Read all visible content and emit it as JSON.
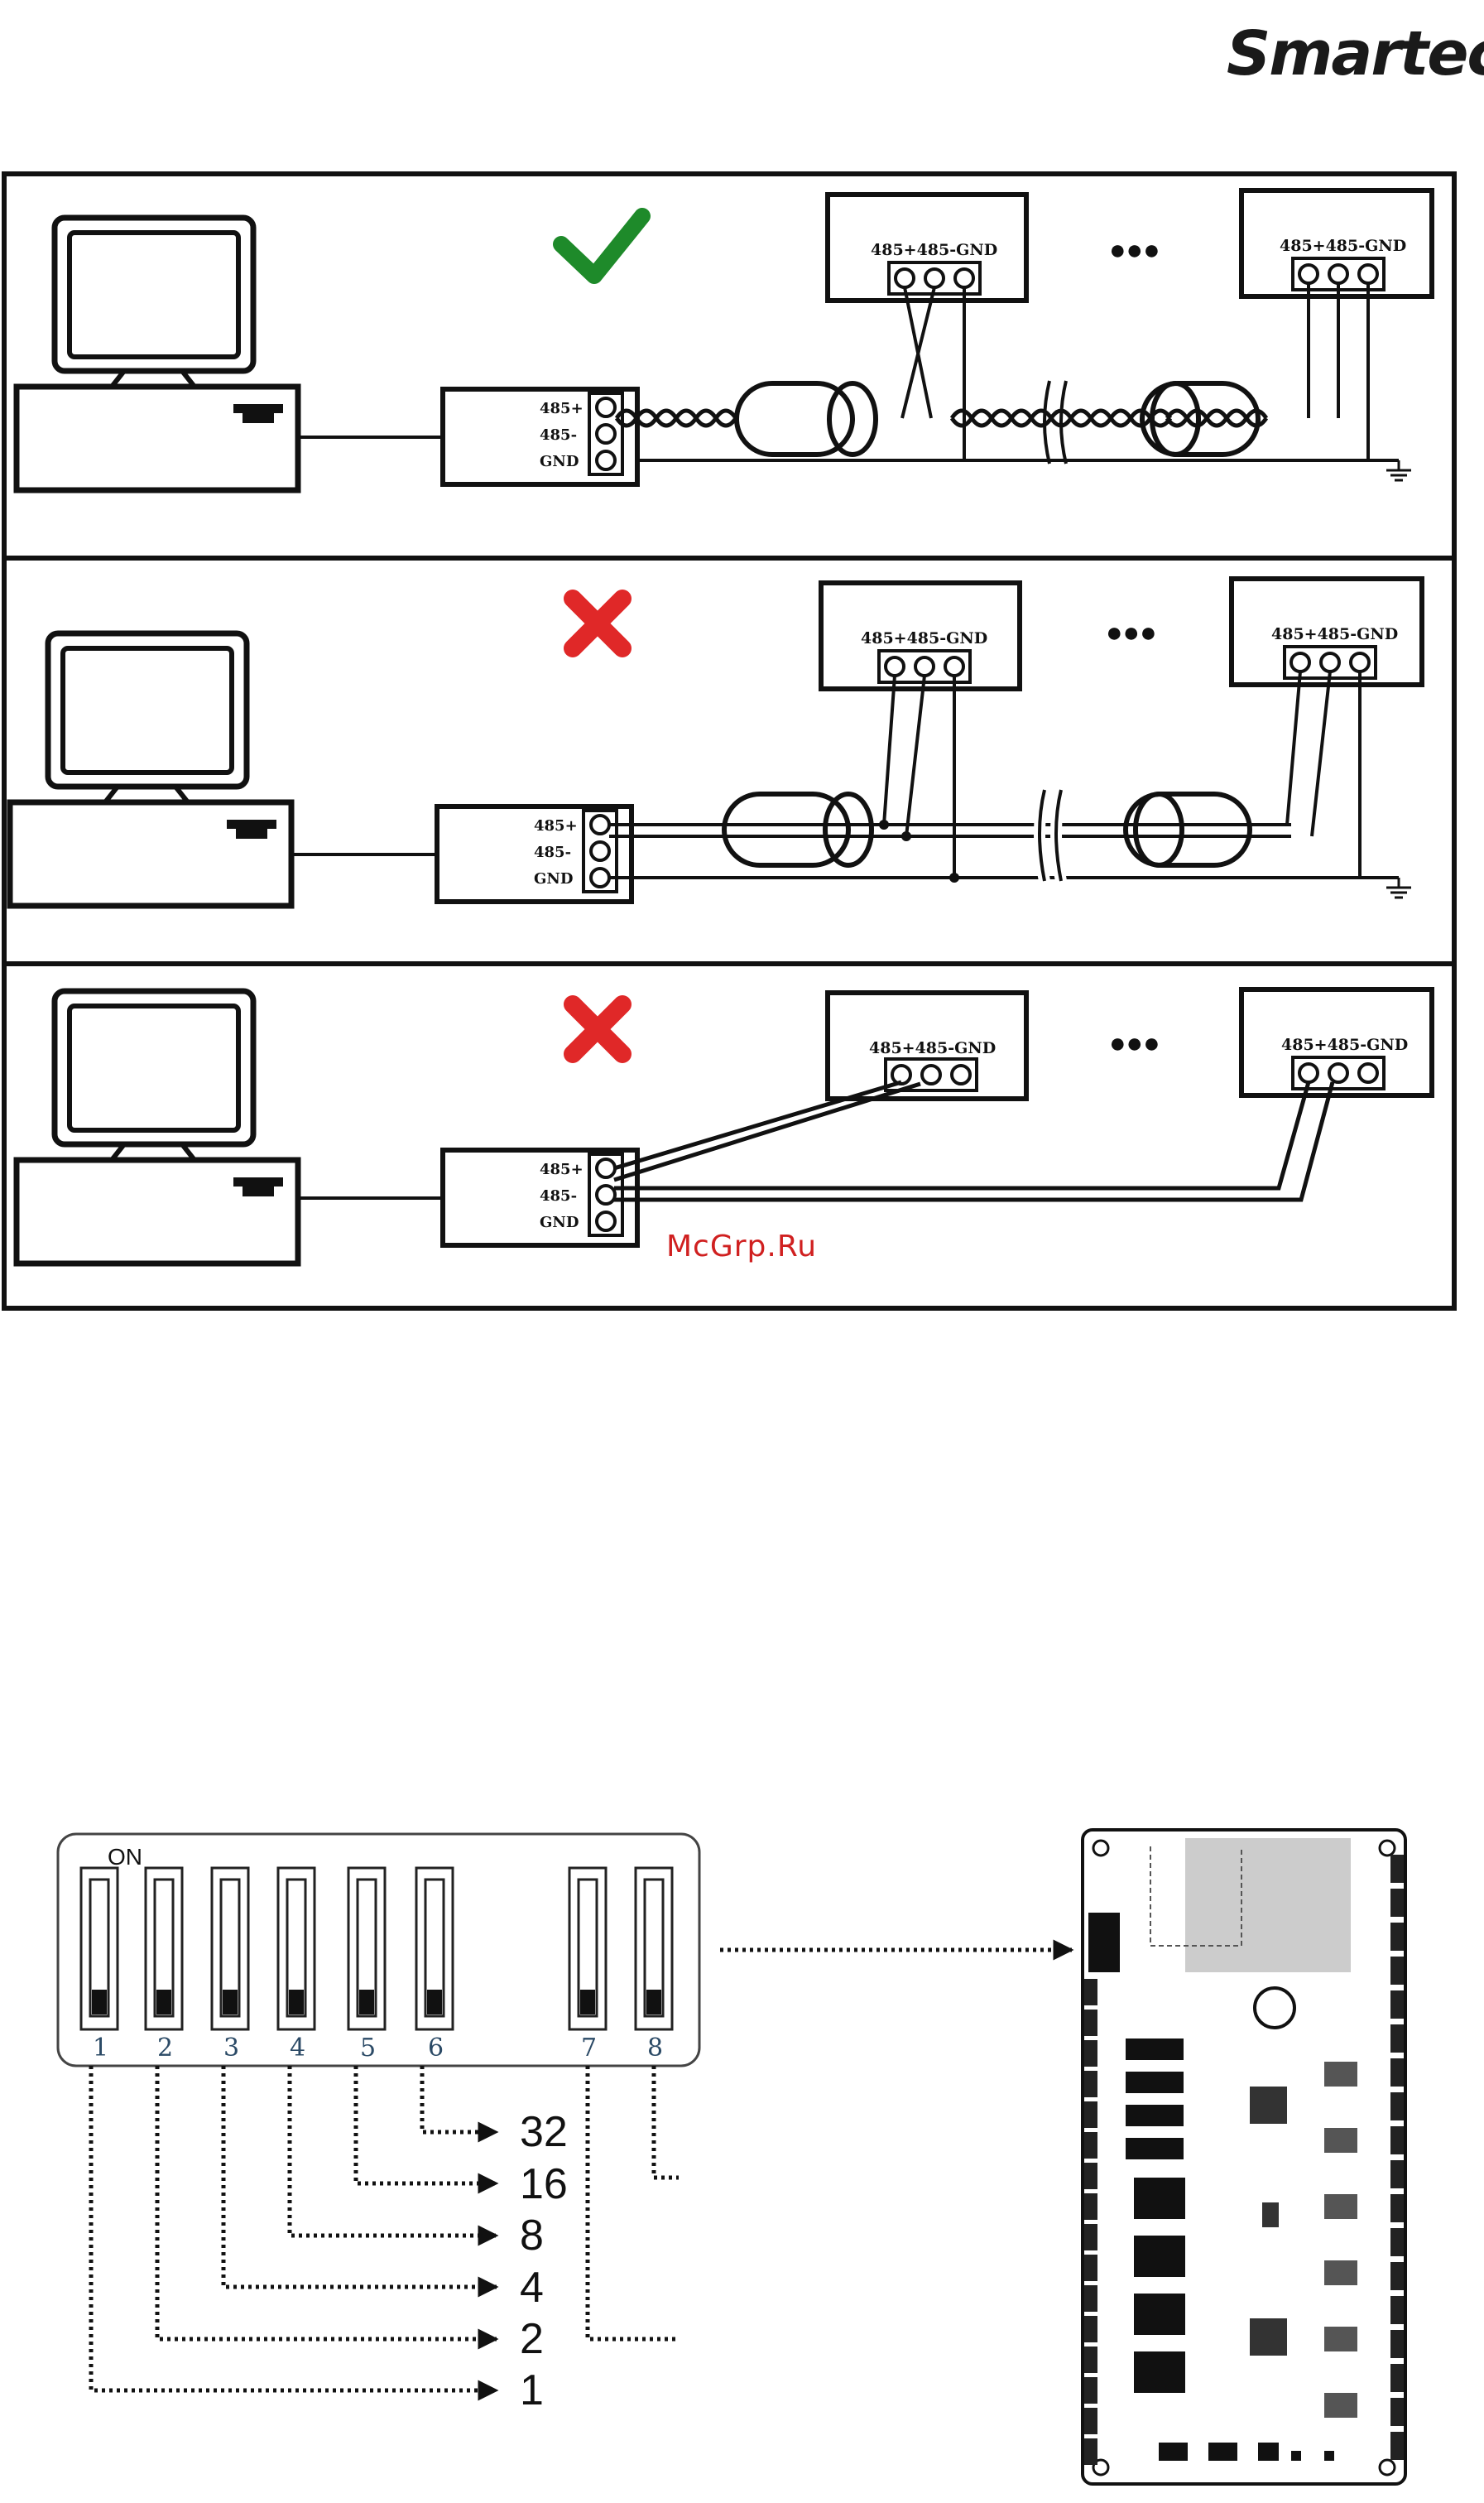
{
  "brand": {
    "logo_text": "Smartec"
  },
  "watermark": "McGrp.Ru",
  "colors": {
    "ok": "#1e8a2a",
    "bad": "#e02828",
    "ink": "#111111",
    "pcb": "#cccccc"
  },
  "panels": [
    {
      "status": "correct",
      "icon": "check-icon"
    },
    {
      "status": "wrong",
      "icon": "cross-icon"
    },
    {
      "status": "wrong",
      "icon": "cross-icon"
    }
  ],
  "converter": {
    "label_pos": "485+",
    "label_neg": "485-",
    "label_gnd": "GND"
  },
  "device": {
    "label": "485+485-GND"
  },
  "ellipsis": "●●●",
  "dip": {
    "on_label": "ON",
    "switch_numbers": [
      "1",
      "2",
      "3",
      "4",
      "5",
      "6",
      "7",
      "8"
    ],
    "weights": [
      "32",
      "16",
      "8",
      "4",
      "2",
      "1"
    ]
  }
}
